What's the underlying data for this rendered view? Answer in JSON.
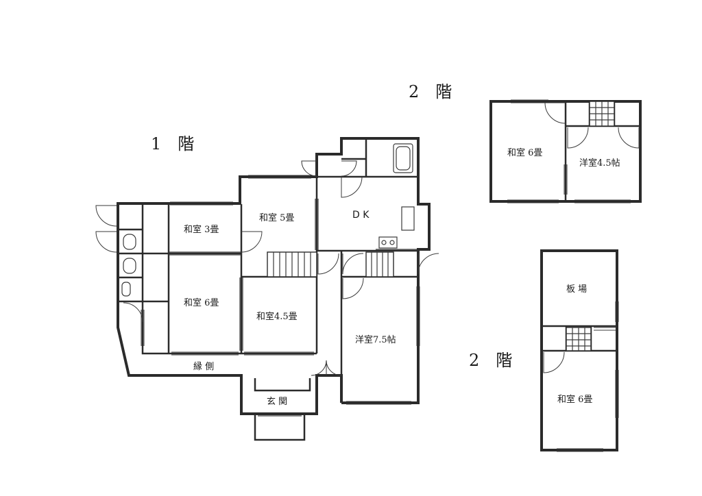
{
  "floor_labels": {
    "first": "1　階",
    "second_top": "2　階",
    "second_bottom": "2　階"
  },
  "rooms": {
    "washitsu_3": "和室 3畳",
    "washitsu_5": "和室 5畳",
    "dk": "D K",
    "washitsu_6_first": "和室 6畳",
    "washitsu_45": "和室4.5畳",
    "youshitsu_75": "洋室7.5帖",
    "engawa": "縁 側",
    "genkan": "玄 関",
    "washitsu_6_upper": "和室 6畳",
    "youshitsu_45": "洋室4.5帖",
    "itaba": "板 場",
    "washitsu_6_annex": "和室 6畳"
  }
}
